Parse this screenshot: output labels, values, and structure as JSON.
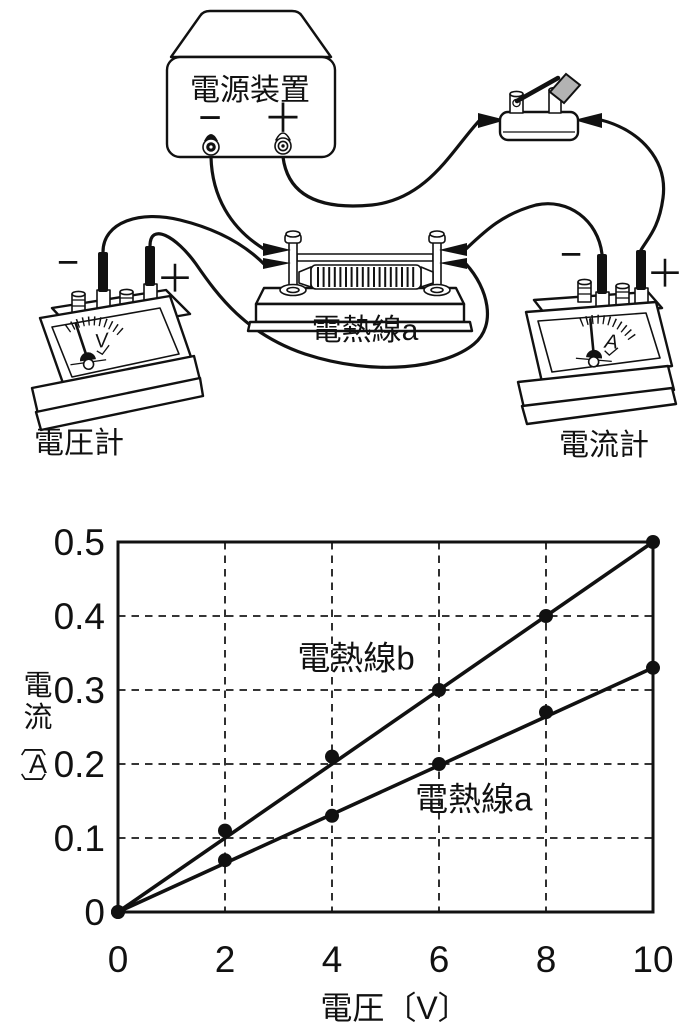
{
  "circuit": {
    "power_supply": {
      "label": "電源装置",
      "minus_label": "−",
      "plus_label": "＋"
    },
    "heater_a": {
      "label": "電熱線a"
    },
    "voltmeter": {
      "label": "電圧計",
      "minus_label": "−",
      "plus_label": "＋",
      "dial_letter": "V"
    },
    "ammeter": {
      "label": "電流計",
      "minus_label": "−",
      "plus_label": "＋",
      "dial_letter": "A"
    }
  },
  "chart_data": {
    "type": "line",
    "title": "",
    "xlabel": "電圧〔V〕",
    "ylabel": "電流〔A〕",
    "ylabel_parts": [
      "電",
      "流",
      "〔",
      "A",
      "〕"
    ],
    "xlim": [
      0,
      10
    ],
    "ylim": [
      0,
      0.5
    ],
    "xticks": [
      0,
      2,
      4,
      6,
      8,
      10
    ],
    "yticks": [
      0,
      0.1,
      0.2,
      0.3,
      0.4,
      0.5
    ],
    "grid": "dashed",
    "legend_position": "inline-labels",
    "series": [
      {
        "name": "電熱線b",
        "x": [
          0,
          2,
          4,
          6,
          8,
          10
        ],
        "y": [
          0,
          0.11,
          0.21,
          0.3,
          0.4,
          0.5
        ],
        "line": [
          [
            0,
            0
          ],
          [
            10,
            0.5
          ]
        ],
        "label_pos": [
          4.45,
          0.328
        ]
      },
      {
        "name": "電熱線a",
        "x": [
          0,
          2,
          4,
          6,
          8,
          10
        ],
        "y": [
          0,
          0.07,
          0.13,
          0.2,
          0.27,
          0.33
        ],
        "line": [
          [
            0,
            0
          ],
          [
            10,
            0.33
          ]
        ],
        "label_pos": [
          6.65,
          0.137
        ]
      }
    ]
  }
}
